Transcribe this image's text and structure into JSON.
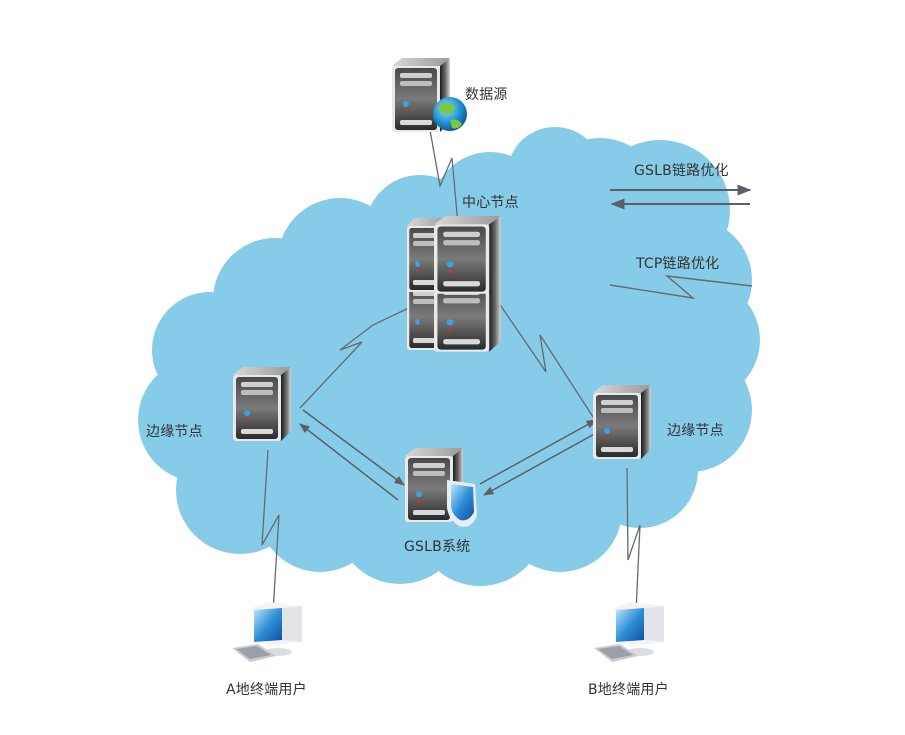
{
  "colors": {
    "cloud": "#86cbe8",
    "link": "#666a70",
    "label": "#333333",
    "background": "#ffffff"
  },
  "nodes": {
    "data_source": {
      "label": "数据源",
      "icon": "server-globe-icon"
    },
    "center": {
      "label": "中心节点",
      "icon": "server-cluster-icon"
    },
    "edge_left": {
      "label": "边缘节点",
      "icon": "server-icon"
    },
    "edge_right": {
      "label": "边缘节点",
      "icon": "server-icon"
    },
    "gslb": {
      "label": "GSLB系统",
      "icon": "server-shield-icon"
    },
    "user_a": {
      "label": "A地终端用户",
      "icon": "computer-icon"
    },
    "user_b": {
      "label": "B地终端用户",
      "icon": "computer-icon"
    }
  },
  "legend": {
    "gslb_link": {
      "label": "GSLB链路优化",
      "symbol": "bidirectional-arrows"
    },
    "tcp_link": {
      "label": "TCP链路优化",
      "symbol": "lightning-line"
    }
  },
  "connections": [
    {
      "from": "data_source",
      "to": "center",
      "type": "tcp_link"
    },
    {
      "from": "center",
      "to": "edge_left",
      "type": "tcp_link"
    },
    {
      "from": "center",
      "to": "edge_right",
      "type": "tcp_link"
    },
    {
      "from": "edge_left",
      "to": "gslb",
      "type": "gslb_link"
    },
    {
      "from": "edge_right",
      "to": "gslb",
      "type": "gslb_link"
    },
    {
      "from": "edge_left",
      "to": "user_a",
      "type": "tcp_link"
    },
    {
      "from": "edge_right",
      "to": "user_b",
      "type": "tcp_link"
    }
  ]
}
